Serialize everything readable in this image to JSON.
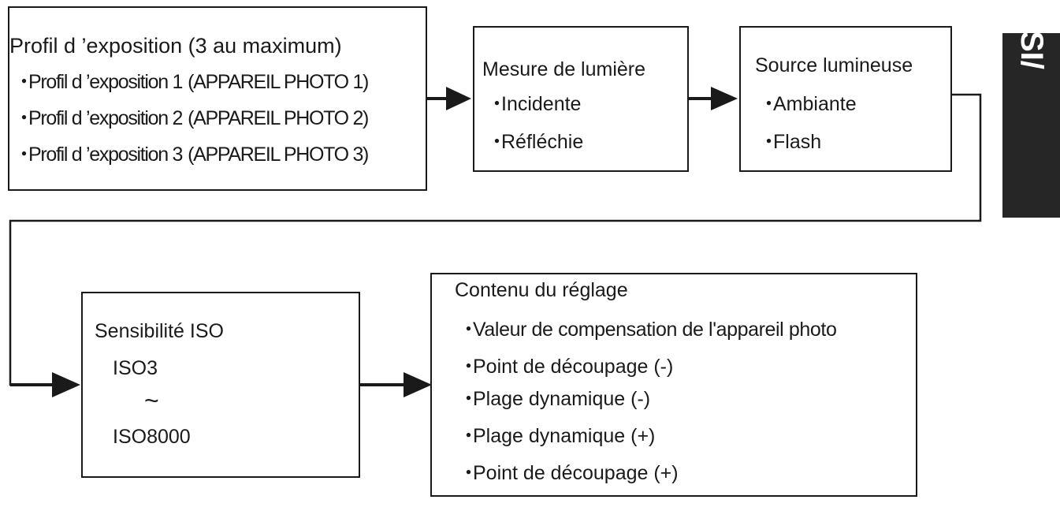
{
  "profile_box": {
    "title": "Profil d ’exposition (3 au maximum)",
    "items": [
      {
        "name": "Profil d ’exposition 1",
        "camera": "(APPAREIL PHOTO 1)"
      },
      {
        "name": "Profil d ’exposition 2",
        "camera": "(APPAREIL PHOTO 2)"
      },
      {
        "name": "Profil d ’exposition 3",
        "camera": "(APPAREIL PHOTO 3)"
      }
    ]
  },
  "metering_box": {
    "title": "Mesure de lumière",
    "items": [
      "Incidente",
      "Réfléchie"
    ]
  },
  "light_source_box": {
    "title": "Source lumineuse",
    "items": [
      "Ambiante",
      "Flash"
    ]
  },
  "iso_box": {
    "title": "Sensibilité ISO",
    "min": "ISO3",
    "range_symbol": "~",
    "max": "ISO8000"
  },
  "settings_box": {
    "title": "Contenu du réglage",
    "items": [
      "Valeur de compensation de l'appareil photo",
      "Point de découpage (-)",
      "Plage dynamique (-)",
      "Plage dynamique (+)",
      "Point de découpage (+)"
    ]
  },
  "side_tab": {
    "label": "SI/",
    "color": "#262626"
  },
  "bullet_char": "・"
}
